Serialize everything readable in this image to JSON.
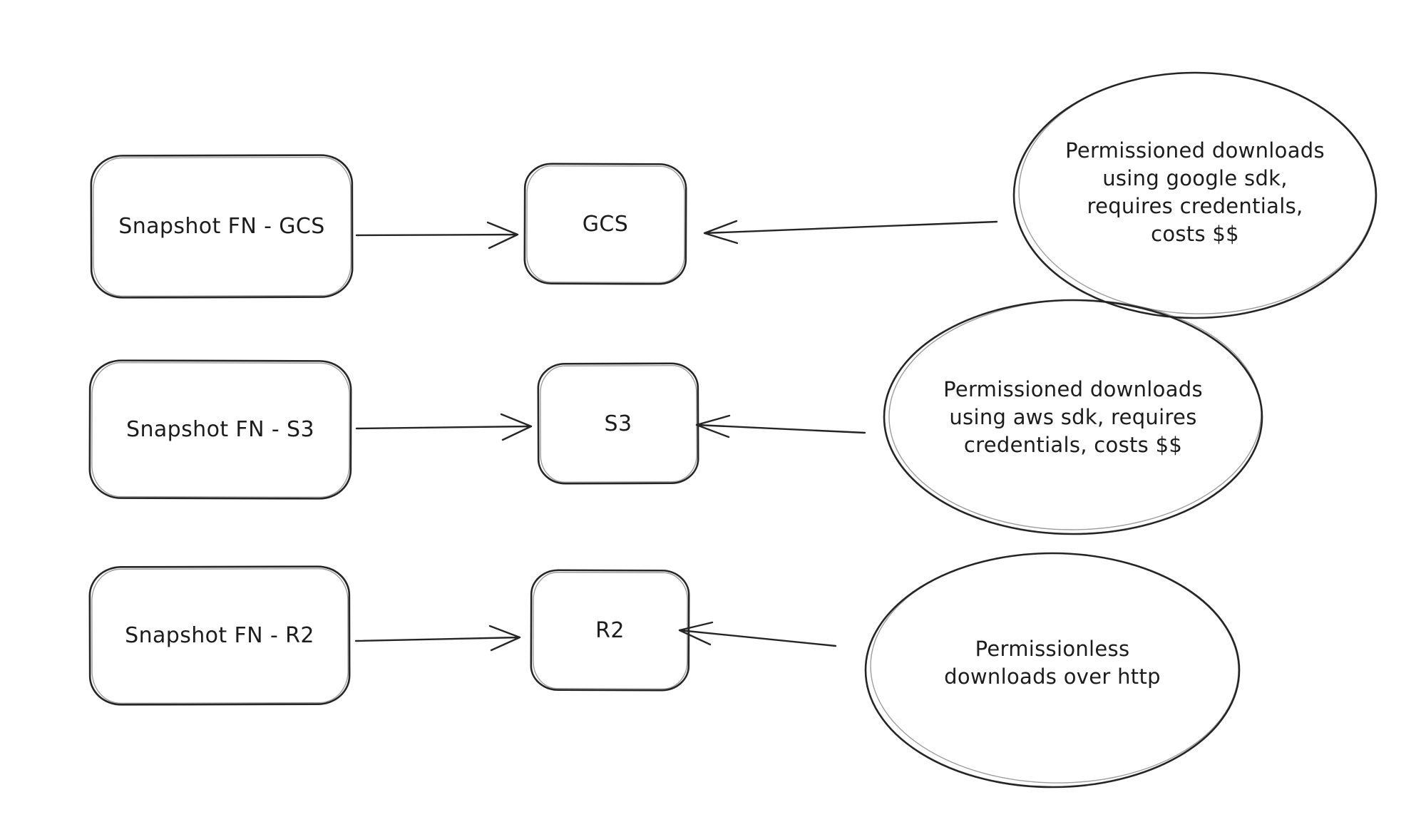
{
  "diagram": {
    "background_color": "#ffffff",
    "stroke_color": "#252525",
    "text_color": "#1c1c1c",
    "rows": [
      {
        "source": "Snapshot FN - GCS",
        "target": "GCS",
        "note_lines": [
          "Permissioned downloads",
          "using google sdk,",
          "requires credentials,",
          "costs $$"
        ]
      },
      {
        "source": "Snapshot FN - S3",
        "target": "S3",
        "note_lines": [
          "Permissioned downloads",
          "using aws sdk, requires",
          "credentials, costs $$"
        ]
      },
      {
        "source": "Snapshot FN - R2",
        "target": "R2",
        "note_lines": [
          "Permissionless",
          "downloads over http"
        ]
      }
    ]
  }
}
